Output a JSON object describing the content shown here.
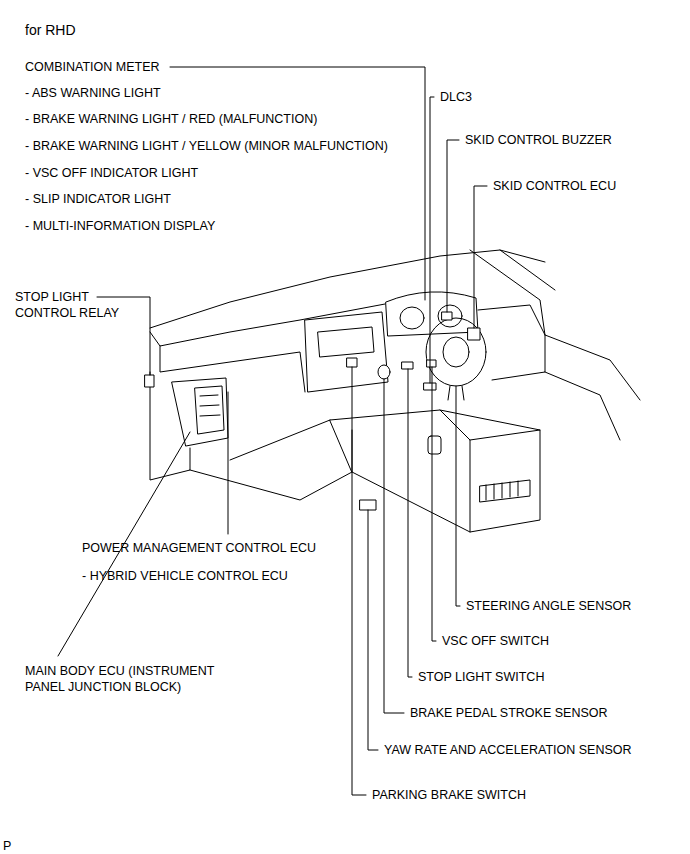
{
  "diagram": {
    "title": "for RHD",
    "labels": [
      "COMBINATION METER",
      "- ABS WARNING LIGHT",
      "- BRAKE WARNING LIGHT / RED (MALFUNCTION)",
      "- BRAKE WARNING LIGHT / YELLOW (MINOR MALFUNCTION)",
      "- VSC OFF INDICATOR LIGHT",
      "- SLIP INDICATOR LIGHT",
      "- MULTI-INFORMATION DISPLAY",
      "DLC3",
      "SKID CONTROL BUZZER",
      "SKID CONTROL ECU",
      "STOP LIGHT CONTROL RELAY",
      "POWER MANAGEMENT CONTROL ECU",
      "- HYBRID VEHICLE CONTROL ECU",
      "MAIN BODY ECU (INSTRUMENT PANEL JUNCTION BLOCK)",
      "STEERING ANGLE SENSOR",
      "VSC OFF SWITCH",
      "STOP LIGHT SWITCH",
      "BRAKE PEDAL STROKE SENSOR",
      "YAW RATE AND ACCELERATION SENSOR",
      "PARKING BRAKE SWITCH",
      "P"
    ]
  }
}
